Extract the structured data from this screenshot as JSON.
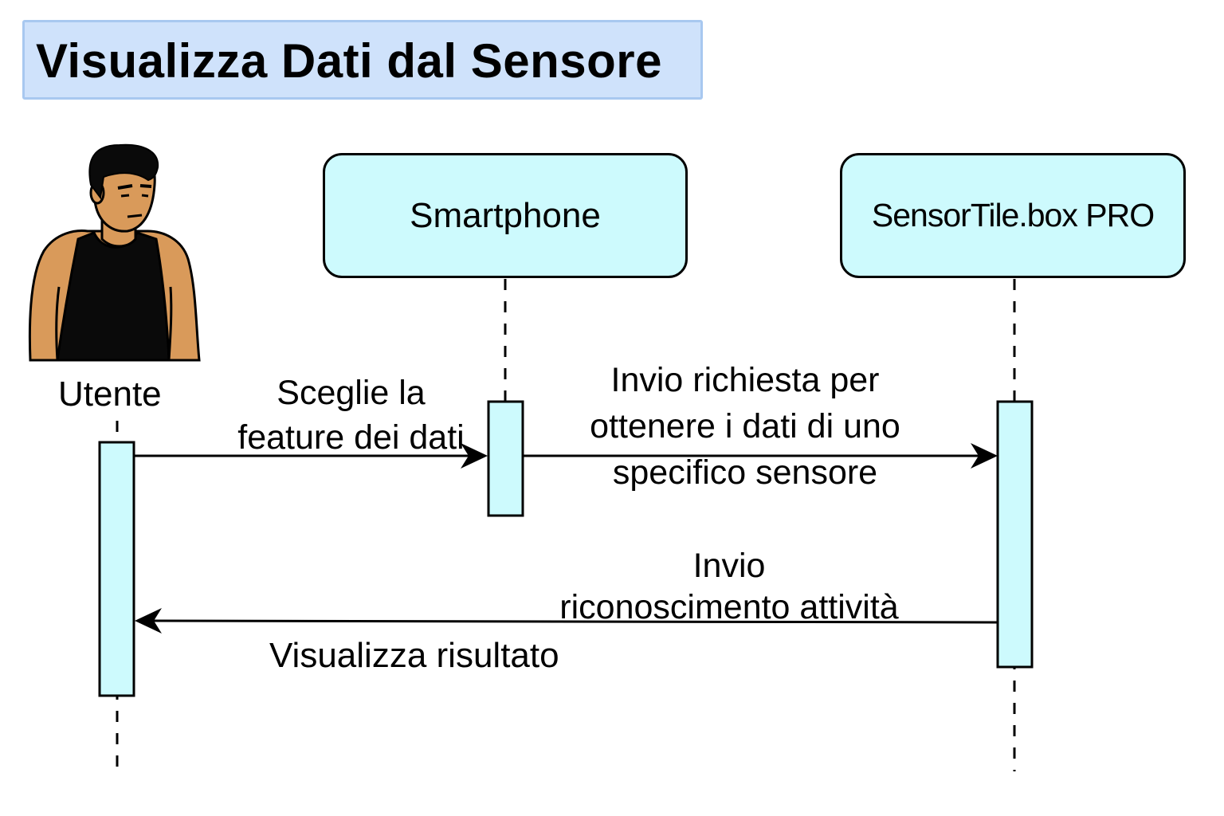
{
  "title": "Visualizza Dati dal Sensore",
  "actor": {
    "label": "Utente",
    "icon": "person-icon",
    "colors": {
      "skin": "#d99a5a",
      "shirt": "#0a0a0a",
      "hair": "#0a0a0a"
    }
  },
  "participants": [
    {
      "id": "smartphone",
      "label": "Smartphone"
    },
    {
      "id": "sensortile",
      "label": "SensorTile.box PRO"
    }
  ],
  "messages": [
    {
      "from": "Utente",
      "to": "Smartphone",
      "lines": [
        "Sceglie la",
        "feature dei dati"
      ],
      "text": "Sceglie la feature dei dati"
    },
    {
      "from": "Smartphone",
      "to": "SensorTile.box PRO",
      "lines": [
        "Invio richiesta per",
        "ottenere i dati di uno",
        "specifico sensore"
      ]
    },
    {
      "from": "SensorTile.box PRO",
      "to": "Utente",
      "lines": [
        "Invio",
        "riconoscimento attività"
      ]
    }
  ],
  "result_label": "Visualizza risultato",
  "colors": {
    "title_bg": "#cfe2fb",
    "title_border": "#a8c8f0",
    "box_fill": "#cdfafd",
    "stroke": "#000000"
  }
}
